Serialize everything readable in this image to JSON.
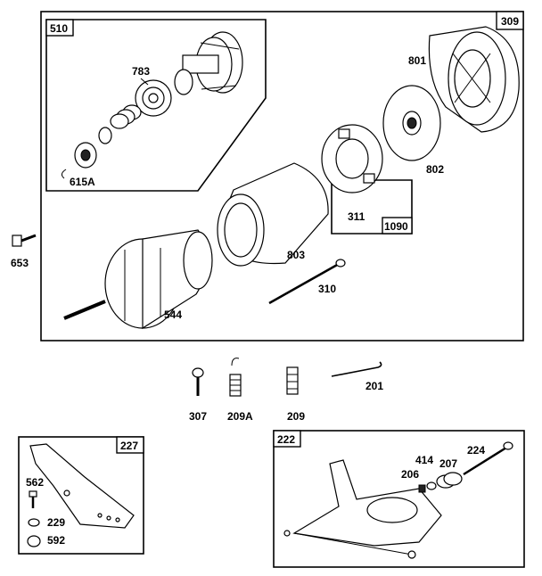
{
  "colors": {
    "line": "#000000",
    "background": "#ffffff"
  },
  "boxes": {
    "main": "309",
    "gear": "510",
    "brush": "1090",
    "left_plate": "227",
    "right_plate": "222"
  },
  "labels": {
    "p510_gear": "783",
    "p615a": "615A",
    "p801": "801",
    "p802": "802",
    "p311": "311",
    "p653": "653",
    "p803": "803",
    "p310": "310",
    "p544": "544",
    "p307": "307",
    "p209a": "209A",
    "p209": "209",
    "p201": "201",
    "p562": "562",
    "p229": "229",
    "p592": "592",
    "p414": "414",
    "p206": "206",
    "p207": "207",
    "p224": "224"
  }
}
